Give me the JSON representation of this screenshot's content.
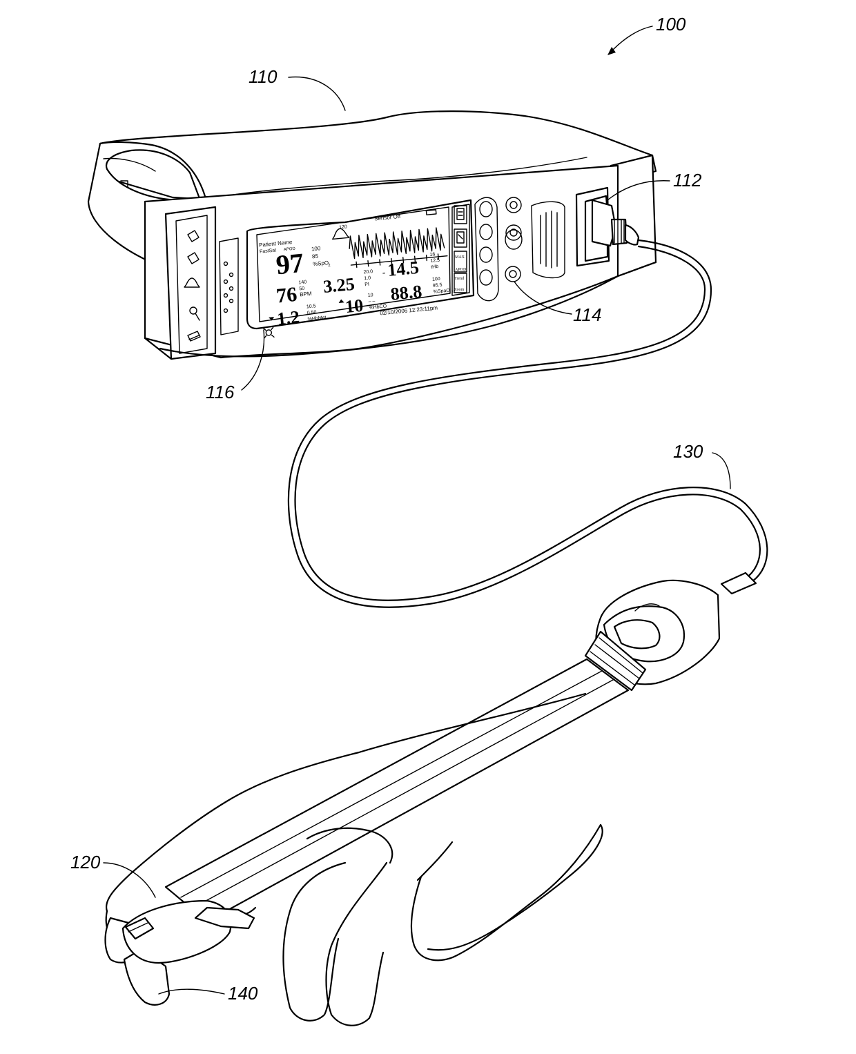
{
  "labels": {
    "system": "100",
    "monitor": "110",
    "connector": "112",
    "button": "114",
    "indicator": "116",
    "sensor": "120",
    "cable": "130",
    "finger": "140"
  },
  "screen": {
    "patient_name": "Patient Name",
    "mode": "FastSat",
    "mode_code": "APOD",
    "alarm_value": "120",
    "status": "Sensor Off",
    "spo2_value": "97",
    "spo2_high": "100",
    "spo2_low": "85",
    "spo2_unit": "%SpO",
    "spo2_sub": "2",
    "bpm_value": "76",
    "bpm_high": "140",
    "bpm_low": "50",
    "bpm_unit": "BPM",
    "pi_value": "3.25",
    "pi_high": "20.0",
    "pi_low": "1.0",
    "pi_unit": "PI",
    "thb_value": "14.5",
    "thb_high": "16",
    "thb_low": "12.5",
    "thb_unit": "tHb",
    "spoc_value": "88.8",
    "spoc_high": "100",
    "spoc_low": "95.5",
    "spoc_unit": "%SpaO",
    "spoc_sub": "2",
    "met_value": "1.2",
    "met_high": "10.5",
    "met_low": "0.50",
    "met_unit": "%HbMet",
    "co_value": "10",
    "co_high": "10",
    "co_low": "– –",
    "co_unit": "%HbCO",
    "timestamp": "02/10/2006 12:23:11pm",
    "softkey3_line1": "MAX",
    "softkey3_line2": "APOD",
    "softkey4_line1": "Trend",
    "softkey4_line2": "Zoom"
  }
}
